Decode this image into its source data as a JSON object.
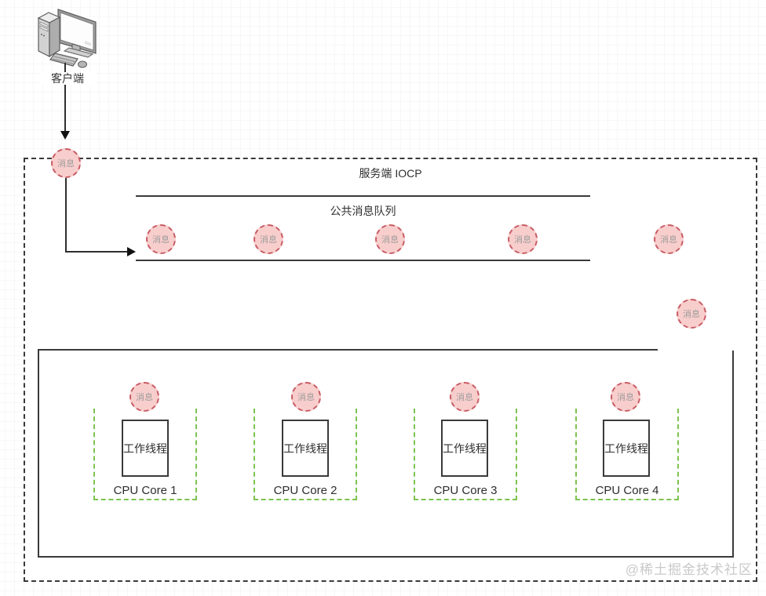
{
  "client": {
    "label": "客户端",
    "icon": "desktop-computer-icon"
  },
  "server_box": {
    "title": "服务端 IOCP"
  },
  "queue": {
    "title": "公共消息队列",
    "messages": [
      "消息",
      "消息",
      "消息",
      "消息"
    ]
  },
  "floating_messages": [
    "消息",
    "消息",
    "消息"
  ],
  "thread_pool": {
    "cores": [
      {
        "label": "CPU Core 1",
        "thread_label": "工作线程",
        "message_label": "消息"
      },
      {
        "label": "CPU Core 2",
        "thread_label": "工作线程",
        "message_label": "消息"
      },
      {
        "label": "CPU Core 3",
        "thread_label": "工作线程",
        "message_label": "消息"
      },
      {
        "label": "CPU Core 4",
        "thread_label": "工作线程",
        "message_label": "消息"
      }
    ]
  },
  "watermark": "@稀土掘金技术社区",
  "colors": {
    "message_fill": "#f8cecc",
    "message_stroke": "#c75b64",
    "message_text": "#9c9c9c",
    "core_frame_green": "#7cc34f",
    "line_dark": "#3a3a3a",
    "watermark_gray": "#c9c9c9"
  }
}
